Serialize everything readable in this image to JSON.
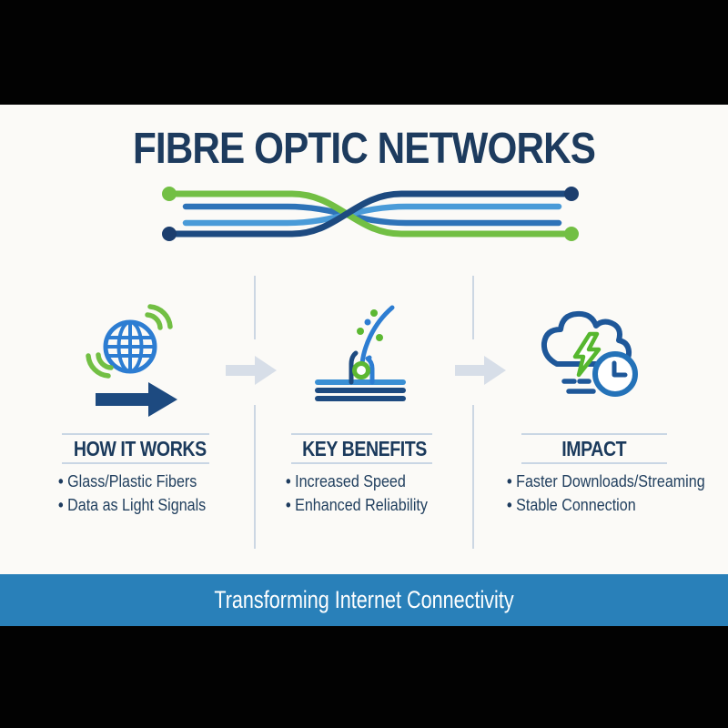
{
  "title": "FIBRE OPTIC NETWORKS",
  "hero": {
    "illustration": "crossed-fiber-cables-icon"
  },
  "columns": [
    {
      "heading": "HOW IT WORKS",
      "icon": "globe-signal-arrow-icon",
      "bullets": [
        "Glass/Plastic Fibers",
        "Data as Light Signals"
      ]
    },
    {
      "heading": "KEY BENEFITS",
      "icon": "fiber-strand-light-icon",
      "bullets": [
        "Increased Speed",
        "Enhanced Reliability"
      ]
    },
    {
      "heading": "IMPACT",
      "icon": "cloud-lightning-clock-icon",
      "bullets": [
        "Faster Downloads/Streaming",
        "Stable Connection"
      ]
    }
  ],
  "footer": {
    "label": "Transforming Internet Connectivity"
  },
  "colors": {
    "navy_text": "#1d3b5e",
    "cable_navy": "#1d4a80",
    "cable_blue": "#2e73b8",
    "cable_light_blue": "#4a9bd8",
    "accent_green": "#72bf44",
    "icon_blue": "#2d7dd2",
    "arrow_gray": "#d7dee8",
    "footer_blue": "#2980b9",
    "background": "#fbfaf7"
  }
}
